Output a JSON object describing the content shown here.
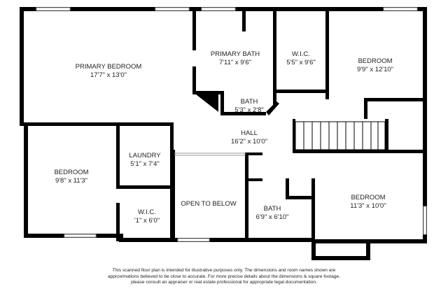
{
  "rooms": [
    {
      "name": "PRIMARY BEDROOM",
      "dims": "17'7\" x 13'0\""
    },
    {
      "name": "PRIMARY BATH",
      "dims": "7'11\" x 9'6\""
    },
    {
      "name": "W.I.C.",
      "dims": "5'5\" x 9'6\""
    },
    {
      "name": "BEDROOM",
      "dims": "9'9\" x 12'10\""
    },
    {
      "name": "BATH",
      "dims": "5'3\" x 2'8\""
    },
    {
      "name": "HALL",
      "dims": "16'2\" x 10'0\""
    },
    {
      "name": "LAUNDRY",
      "dims": "5'1\" x 7'4\""
    },
    {
      "name": "BEDROOM",
      "dims": "9'8\" x 11'3\""
    },
    {
      "name": "W.I.C.",
      "dims": "'1\" x 6'0\""
    },
    {
      "name": "OPEN TO BELOW",
      "dims": ""
    },
    {
      "name": "BATH",
      "dims": "6'9\" x 6'10\""
    },
    {
      "name": "BEDROOM",
      "dims": "11'3\" x 10'0\""
    }
  ],
  "disclaimer": [
    "This scanned floor plan is intended for illustrative purposes only. The dimensions and room names shown are",
    "approximations believed to be close to accurate. For more precise details about the dimensions & square footage,",
    "please consult an appraiser or real estate professional for appropriate legal documentation."
  ],
  "colors": {
    "wall": "#000000",
    "window": "#bbbbbb"
  }
}
